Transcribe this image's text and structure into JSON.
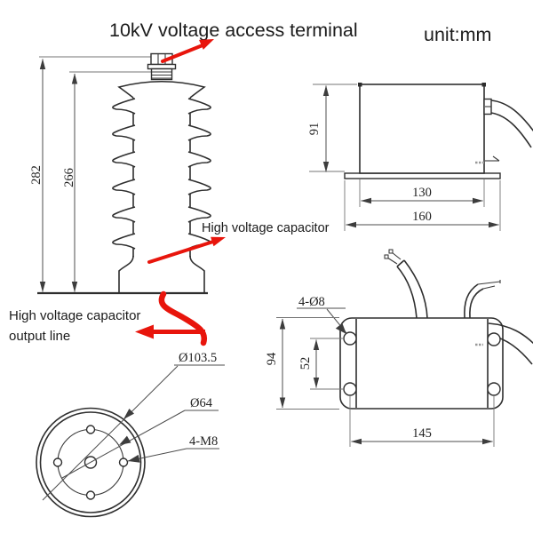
{
  "header": {
    "callout_terminal": "10kV voltage access terminal",
    "unit": "unit:mm"
  },
  "insulator_view": {
    "dim_overall_height": "282",
    "dim_insulator_height": "266",
    "label_hv_capacitor": "High voltage capacitor",
    "label_output_line1": "High voltage capacitor",
    "label_output_line2": "output line"
  },
  "flange_view": {
    "dim_outer_dia": "Ø103.5",
    "dim_bolt_circle": "Ø64",
    "dim_bolts": "4-M8"
  },
  "box_side_view": {
    "dim_height": "91",
    "dim_body_width": "130",
    "dim_base_width": "160"
  },
  "box_top_view": {
    "dim_holes": "4-Ø8",
    "dim_depth": "94",
    "dim_hole_pitch_v": "52",
    "dim_hole_pitch_h": "145"
  },
  "colors": {
    "red": "#e8150c",
    "line_dark": "#2e2e2e",
    "line_dim": "#4c4c4c"
  }
}
